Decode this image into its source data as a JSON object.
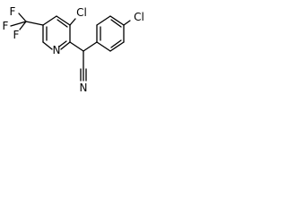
{
  "molecule": {
    "atoms": {
      "f_top": "F",
      "f_left": "F",
      "f_bottom": "F",
      "cl_ring": "Cl",
      "cl_phenyl": "Cl",
      "n_ring": "N",
      "n_nitrile": "N"
    }
  }
}
